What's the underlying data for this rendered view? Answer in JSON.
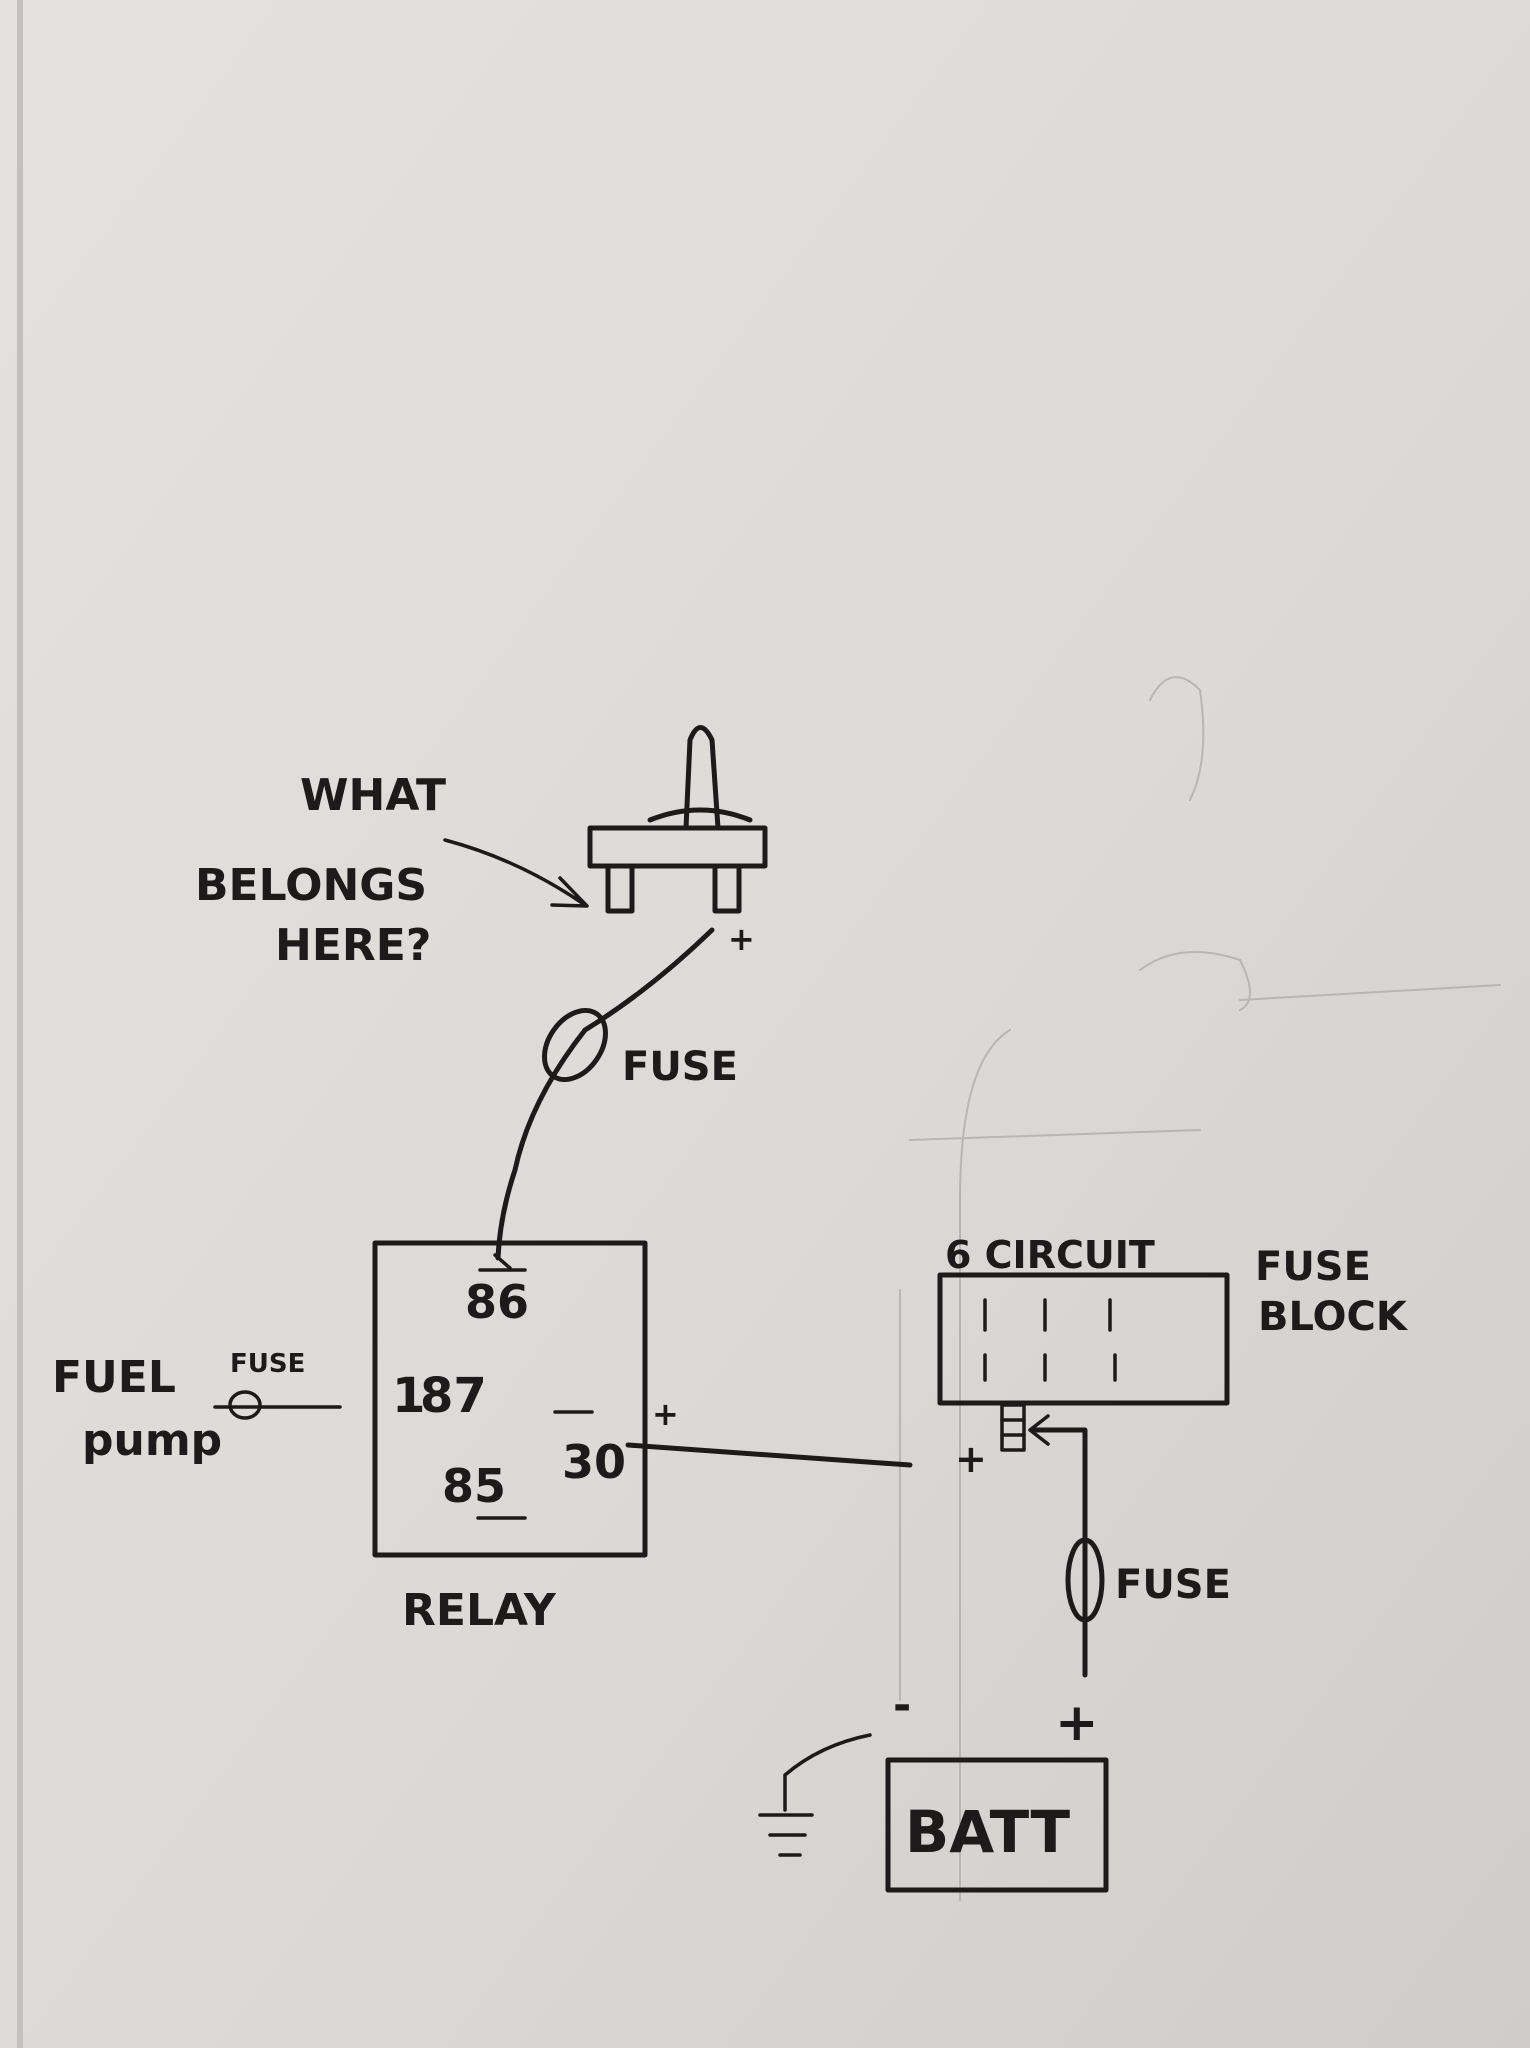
{
  "question": {
    "line1": "WHAT",
    "line2": "BELONGS",
    "line3": "HERE?"
  },
  "switch": {
    "plus_label": "+"
  },
  "fuses": {
    "switch_fuse": "FUSE",
    "pump_fuse": "FUSE",
    "battery_fuse": "FUSE"
  },
  "relay": {
    "name": "RELAY",
    "pin_86": "86",
    "pin_87": "87",
    "pin_87_prefix": "1",
    "pin_85": "85",
    "pin_30": "30",
    "pin_30_plus": "+"
  },
  "fuel_pump": {
    "line1": "FUEL",
    "line2": "pump"
  },
  "fuse_block": {
    "title_left": "6 CIRCUIT",
    "title_right_1": "FUSE",
    "title_right_2": "BLOCK",
    "plus_label": "+"
  },
  "battery": {
    "label": "BATT",
    "minus_label": "-",
    "plus_label": "+"
  }
}
